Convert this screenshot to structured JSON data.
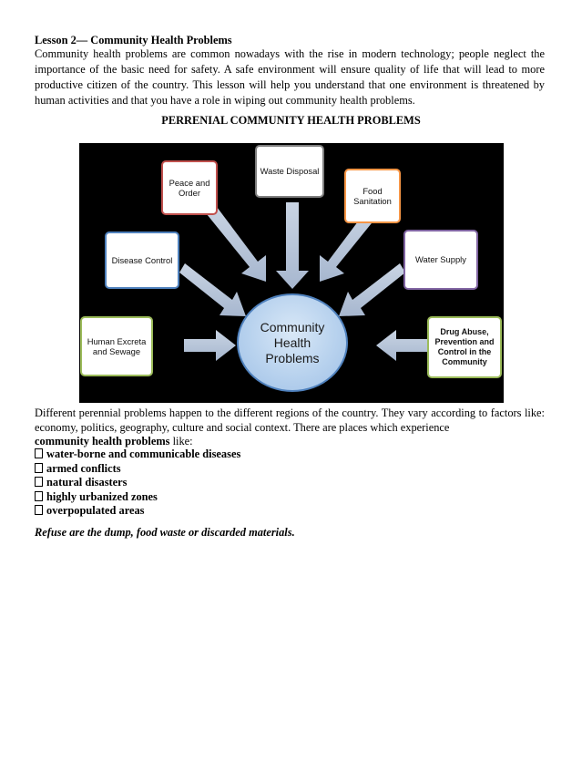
{
  "lesson_title": "Lesson 2— Community Health Problems",
  "intro": "Community health problems are common nowadays with the rise in modern technology; people neglect the importance of the basic need for safety. A safe environment will ensure quality of life that will lead to more productive citizen of the country. This lesson will help you understand that one environment is threatened by human activities and that you have a role in wiping out community health problems.",
  "section_heading": "PERRENIAL COMMUNITY HEALTH PROBLEMS",
  "diagram": {
    "center": [
      "Community",
      "Health",
      "Problems"
    ],
    "nodes": {
      "human_excreta": "Human Excreta and Sewage",
      "disease_control": "Disease Control",
      "peace_order": "Peace and Order",
      "waste_disposal": "Waste Disposal",
      "food_sanitation": "Food Sanitation",
      "water_supply": "Water Supply",
      "drug_abuse": "Drug Abuse, Prevention and Control in the Community"
    }
  },
  "para2": {
    "text": "Different perennial problems happen to the different regions of the country. They vary according to factors like: economy, politics, geography, culture and social context. There are places which experience",
    "bold": "community health problems",
    "tail": " like:"
  },
  "bullets": [
    "water-borne and communicable diseases",
    "armed conflicts",
    "natural disasters",
    "highly urbanized zones",
    "overpopulated areas"
  ],
  "refuse_note": "Refuse are the dump, food waste or discarded materials."
}
